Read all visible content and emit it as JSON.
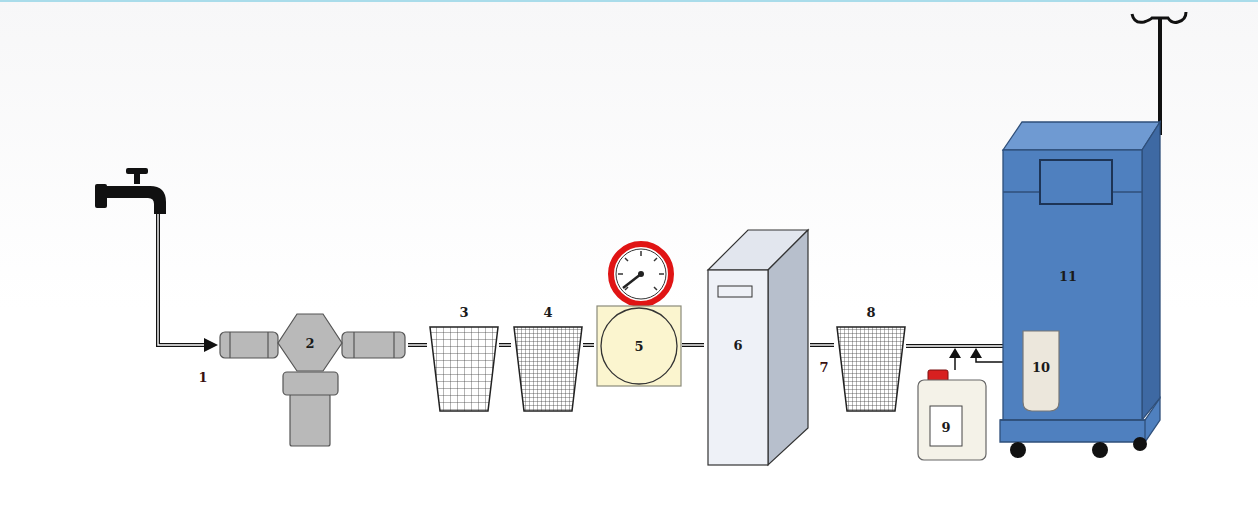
{
  "diagram": {
    "nodes": [
      {
        "text": [
          "2"
        ]
      },
      {
        "text": [
          "3"
        ]
      },
      {
        "text": [
          "4"
        ]
      },
      {
        "text": [
          "5"
        ]
      },
      {
        "text": [
          "6"
        ]
      },
      {
        "text": [
          "8"
        ]
      },
      {
        "text": [
          "9"
        ]
      },
      {
        "text": [
          "11"
        ]
      },
      {
        "text": [
          "10"
        ],
        "in": 7
      }
    ],
    "edges": [
      {
        "from": 0,
        "to": 1,
        "arrow": "none"
      },
      {
        "from": 1,
        "to": 2,
        "arrow": "none"
      },
      {
        "from": 2,
        "to": 3,
        "arrow": "none"
      },
      {
        "from": 3,
        "to": 4,
        "arrow": "none"
      },
      {
        "from": 4,
        "to": 5,
        "arrow": "none"
      },
      {
        "from": 5,
        "to": 8,
        "arrow": "to"
      }
    ],
    "labels": [
      "1",
      "7"
    ]
  }
}
